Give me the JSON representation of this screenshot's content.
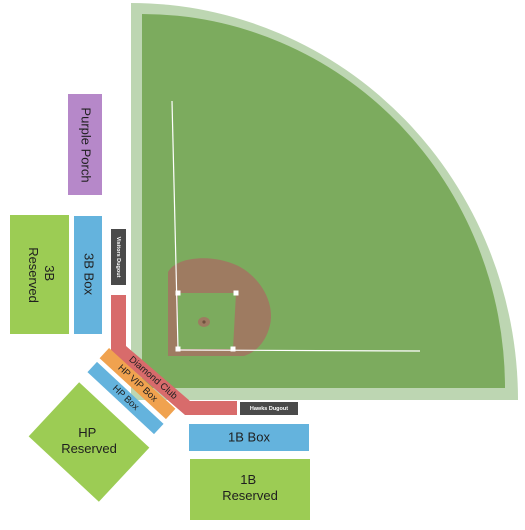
{
  "colors": {
    "outfield_border": "#bdd6b2",
    "field_grass": "#7cab5e",
    "infield_dirt": "#9e7b61",
    "infield_grass": "#7cab5e",
    "base": "#ffffff",
    "reserved": "#9ccc54",
    "box": "#64b3dd",
    "purple": "#b688c9",
    "diamond_club": "#d86b6b",
    "hp_vip": "#f0a24f",
    "dugout": "#4a4a4a",
    "text_dark": "#1f1f1f",
    "text_light": "#ffffff"
  },
  "sections": {
    "purple_porch": "Purple Porch",
    "third_base_reserved": [
      "3B",
      "Reserved"
    ],
    "third_base_box": "3B Box",
    "visitors_dugout": "Visitors Dugout",
    "diamond_club": "Diamond Club",
    "hp_vip_box": "HP VIP Box",
    "hp_box": "HP Box",
    "hp_reserved": [
      "HP",
      "Reserved"
    ],
    "hawks_dugout": "Hawks Dugout",
    "first_base_box": "1B Box",
    "first_base_reserved": [
      "1B",
      "Reserved"
    ]
  }
}
